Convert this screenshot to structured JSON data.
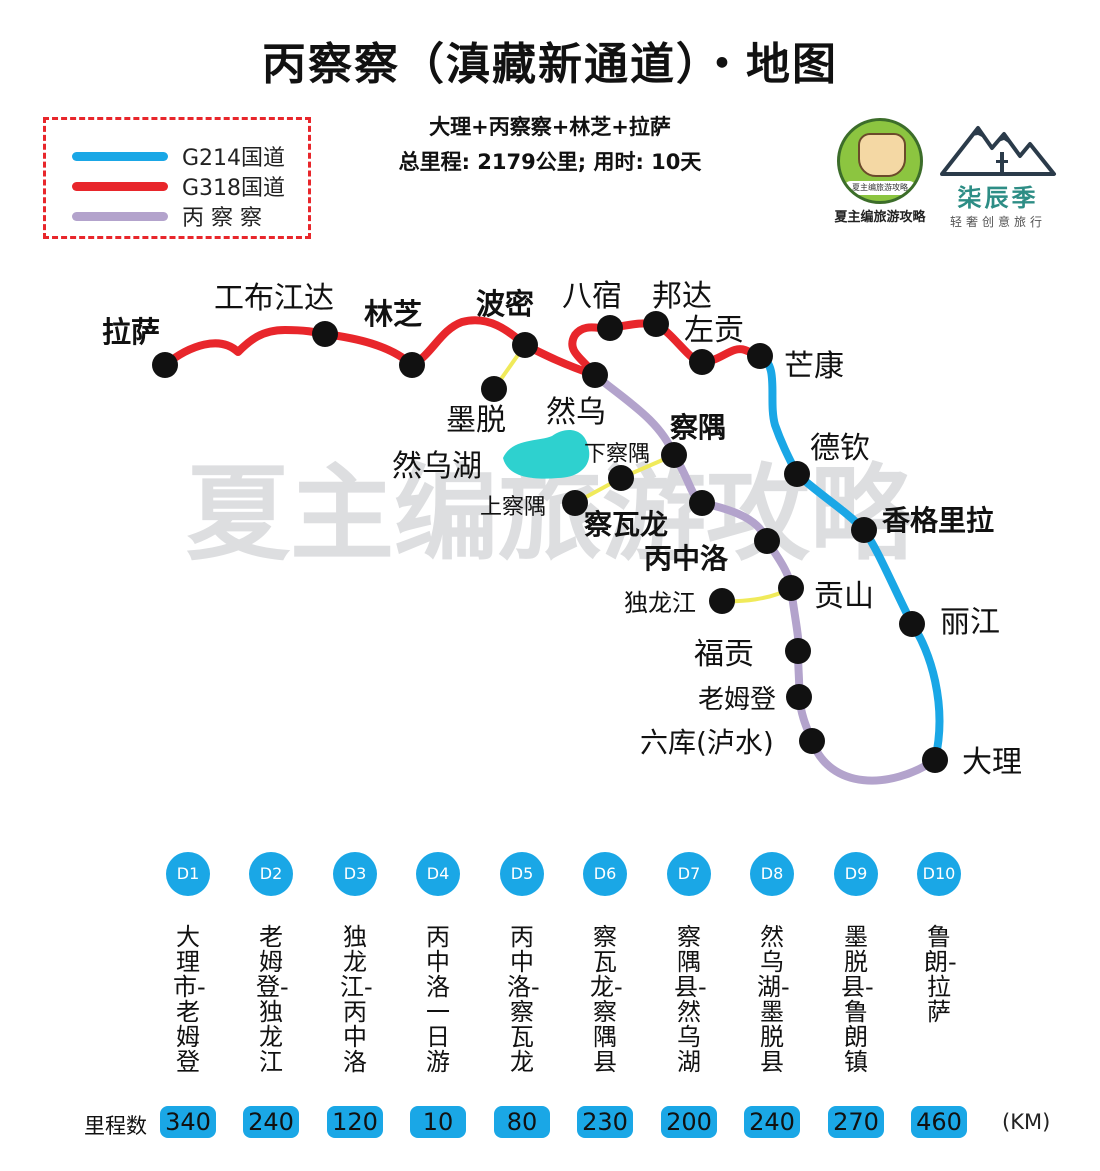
{
  "title": "丙察察（滇藏新通道）・地图",
  "legend": {
    "items": [
      {
        "label": "G214国道",
        "color": "#1aa7e6"
      },
      {
        "label": "G318国道",
        "color": "#e8262b"
      },
      {
        "label": "丙 察 察",
        "color": "#b3a3cc"
      }
    ]
  },
  "summary": {
    "route": "大理+丙察察+林芝+拉萨",
    "stats": "总里程: 2179公里; 用时: 10天"
  },
  "logos": {
    "left_badge": "夏主编旅游攻略",
    "left_caption": "夏主编旅游攻略",
    "right_name": "柒辰季",
    "right_slogan": "轻奢创意旅行"
  },
  "watermark": "夏主编旅游攻略",
  "colors": {
    "g214": "#1aa7e6",
    "g318": "#e8262b",
    "bingchacha": "#b3a3cc",
    "side_road": "#f0ea5a",
    "lake": "#2ed1cf",
    "stop": "#111111"
  },
  "map": {
    "stops": [
      {
        "id": "lasa",
        "label": "拉萨"
      },
      {
        "id": "gongbujiangda",
        "label": "工布江达"
      },
      {
        "id": "linzhi",
        "label": "林芝"
      },
      {
        "id": "bomi",
        "label": "波密"
      },
      {
        "id": "basu",
        "label": "八宿"
      },
      {
        "id": "bangda",
        "label": "邦达"
      },
      {
        "id": "zuogong",
        "label": "左贡"
      },
      {
        "id": "mangkang",
        "label": "芒康"
      },
      {
        "id": "motuo",
        "label": "墨脱"
      },
      {
        "id": "ranwu",
        "label": "然乌"
      },
      {
        "id": "ranwuhu",
        "label": "然乌湖"
      },
      {
        "id": "chayu",
        "label": "察隅"
      },
      {
        "id": "xiachayu",
        "label": "下察隅"
      },
      {
        "id": "shangchayu",
        "label": "上察隅"
      },
      {
        "id": "chawalong",
        "label": "察瓦龙"
      },
      {
        "id": "bingzhongluo",
        "label": "丙中洛"
      },
      {
        "id": "dulongjiang",
        "label": "独龙江"
      },
      {
        "id": "gongshan",
        "label": "贡山"
      },
      {
        "id": "fugong",
        "label": "福贡"
      },
      {
        "id": "laomudeng",
        "label": "老姆登"
      },
      {
        "id": "liuku",
        "label": "六库(泸水)"
      },
      {
        "id": "deqin",
        "label": "德钦"
      },
      {
        "id": "xianggelila",
        "label": "香格里拉"
      },
      {
        "id": "lijiang",
        "label": "丽江"
      },
      {
        "id": "dali",
        "label": "大理"
      }
    ]
  },
  "itinerary": {
    "km_label": "里程数",
    "km_unit": "(KM)",
    "days": [
      {
        "day": "D1",
        "route": "大理市-老姆登",
        "km": "340"
      },
      {
        "day": "D2",
        "route": "老姆登-独龙江",
        "km": "240"
      },
      {
        "day": "D3",
        "route": "独龙江-丙中洛",
        "km": "120"
      },
      {
        "day": "D4",
        "route": "丙中洛一日游",
        "km": "10"
      },
      {
        "day": "D5",
        "route": "丙中洛-察瓦龙",
        "km": "80"
      },
      {
        "day": "D6",
        "route": "察瓦龙-察隅县",
        "km": "230"
      },
      {
        "day": "D7",
        "route": "察隅县-然乌湖",
        "km": "200"
      },
      {
        "day": "D8",
        "route": "然乌湖-墨脱县",
        "km": "240"
      },
      {
        "day": "D9",
        "route": "墨脱县-鲁朗镇",
        "km": "270"
      },
      {
        "day": "D10",
        "route": "鲁朗-拉萨",
        "km": "460"
      }
    ]
  }
}
